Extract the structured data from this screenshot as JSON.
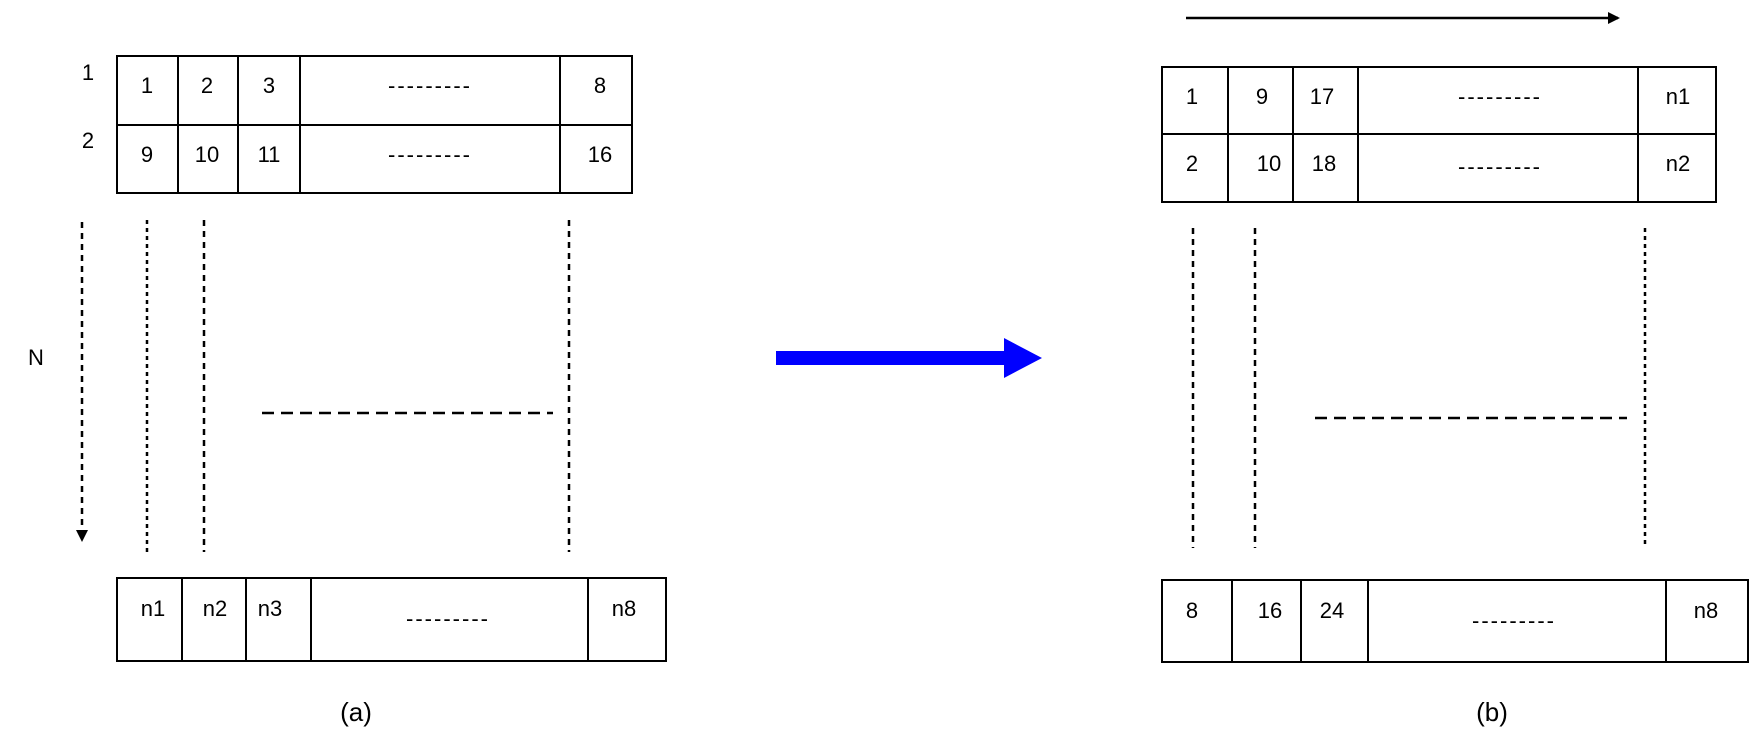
{
  "panel_a": {
    "row_labels": [
      "1",
      "2"
    ],
    "side_label": "N",
    "top_rows": [
      [
        "1",
        "2",
        "3",
        "---------",
        "8"
      ],
      [
        "9",
        "10",
        "11",
        "---------",
        "16"
      ]
    ],
    "bottom_row": [
      "n1",
      "n2",
      "n3",
      "---------",
      "n8"
    ],
    "caption": "(a)"
  },
  "panel_b": {
    "top_rows": [
      [
        "1",
        "9",
        "17",
        "---------",
        "n1"
      ],
      [
        "2",
        "10",
        "18",
        "---------",
        "n2"
      ]
    ],
    "bottom_row": [
      "8",
      "16",
      "24",
      "---------",
      "n8"
    ],
    "caption": "(b)"
  },
  "colors": {
    "transform_arrow": "#0000ff",
    "lines": "#000000"
  }
}
